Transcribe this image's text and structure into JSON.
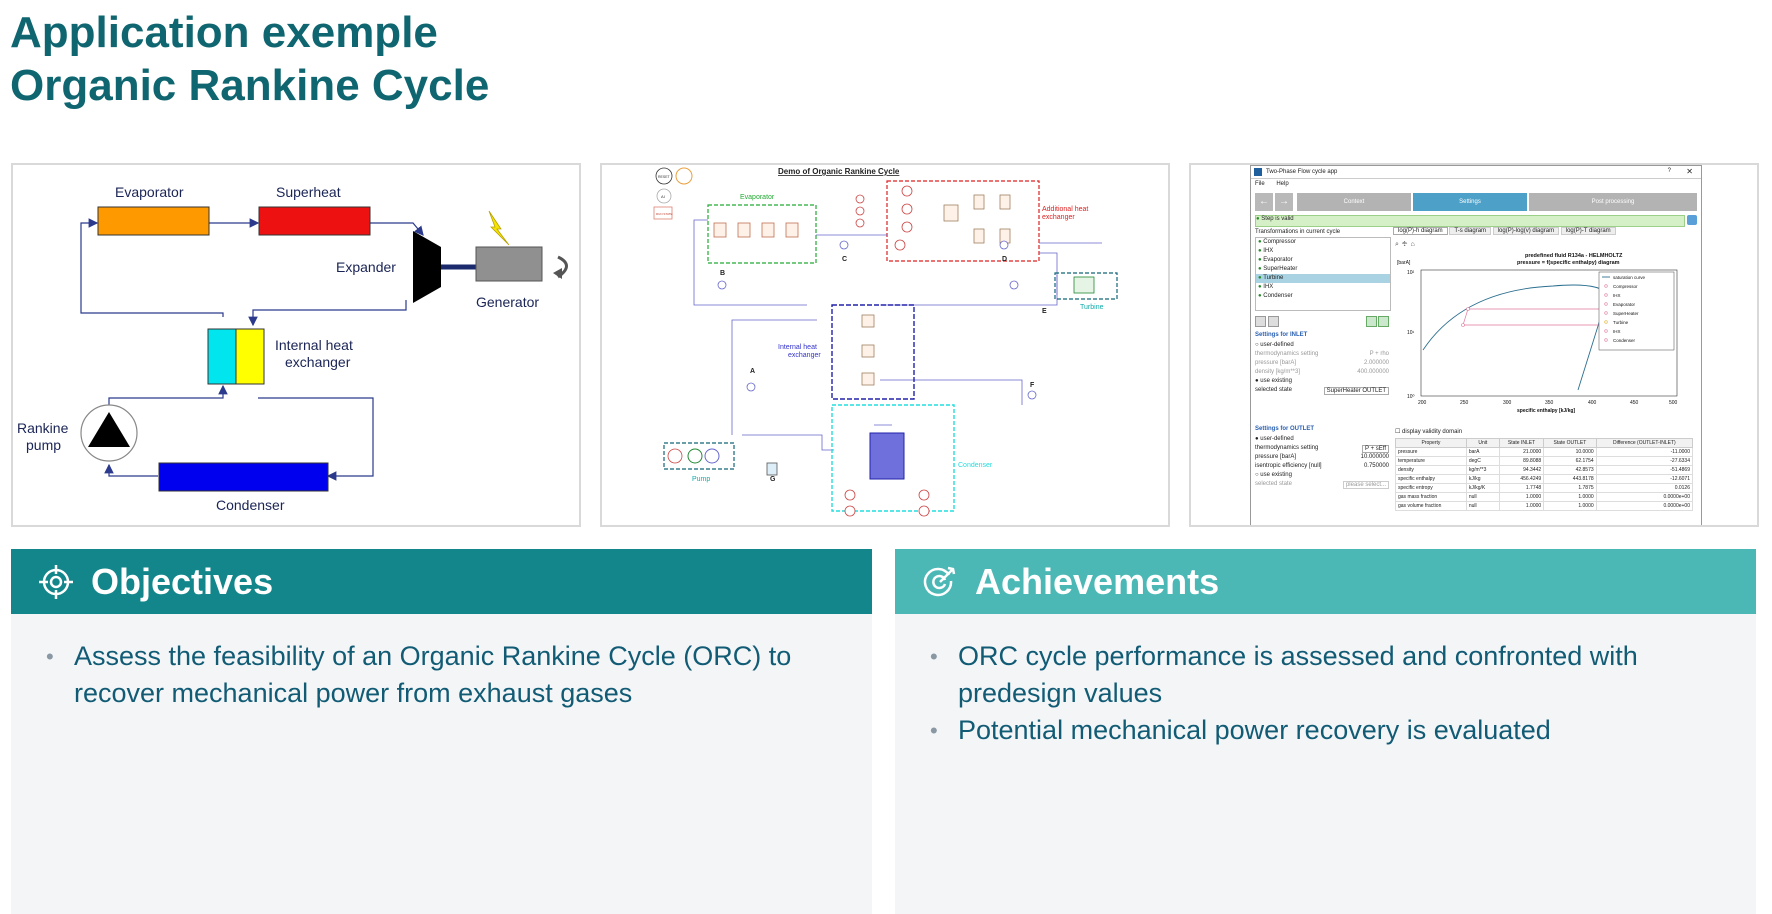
{
  "title": {
    "line1": "Application exemple",
    "line2": "Organic Rankine Cycle"
  },
  "panel1": {
    "evaporator": "Evaporator",
    "superheat": "Superheat",
    "expander": "Expander",
    "generator": "Generator",
    "ihx_line1": "Internal heat",
    "ihx_line2": "exchanger",
    "pump_line1": "Rankine",
    "pump_line2": "pump",
    "condenser": "Condenser"
  },
  "panel2": {
    "title": "Demo of Organic Rankine Cycle",
    "evaporator": "Evaporator",
    "additional_hx_line1": "Additional heat",
    "additional_hx_line2": "exchanger",
    "internal_hx_line1": "Internal heat",
    "internal_hx_line2": "exchanger",
    "turbine": "Turbine",
    "pump": "Pump",
    "condenser": "Condenser",
    "points": [
      "A",
      "B",
      "C",
      "D",
      "E",
      "F",
      "G"
    ],
    "btn_reset": "RESET",
    "btn_ai": "AI",
    "btn_run": "RUN STATE"
  },
  "panel3": {
    "window_title": "Two-Phase Flow cycle app",
    "menu": [
      "File",
      "Help"
    ],
    "steps": [
      "Context",
      "Settings",
      "Post processing"
    ],
    "valid": "Step is valid",
    "transformations_title": "Transformations in current cycle",
    "transformations": [
      "Compressor",
      "IHX",
      "Evaporator",
      "SuperHeater",
      "Turbine",
      "IHX",
      "Condenser"
    ],
    "selected_transformation": 4,
    "settings_inlet": "Settings for INLET",
    "inlet_rows": [
      "user-defined",
      "thermodynamics setting",
      "pressure [barA]",
      "density [kg/m**3]",
      "use existing",
      "selected state"
    ],
    "inlet_values": [
      "P + rho",
      "2.000000",
      "400.000000",
      "SuperHeater OUTLET"
    ],
    "settings_outlet": "Settings for OUTLET",
    "outlet_rows": [
      "user-defined",
      "thermodynamics setting",
      "pressure [barA]",
      "isentropic efficiency [null]",
      "use existing",
      "selected state"
    ],
    "outlet_values": [
      "P + sEff",
      "10.000000",
      "0.750000",
      "please select..."
    ],
    "tabs": [
      "log(P)-h diagram",
      "T-s diagram",
      "log(P)-log(v) diagram",
      "log(P)-T diagram"
    ],
    "plot_title_line1": "predefined fluid R134a - HELMHOLTZ",
    "plot_title_line2": "pressure = f(specific enthalpy) diagram",
    "plot_ylabel": "[barA]",
    "plot_xlabel": "specific enthalpy [kJ/kg]",
    "plot_xticks": [
      "200",
      "250",
      "300",
      "350",
      "400",
      "450",
      "500"
    ],
    "plot_yticks": [
      "10²",
      "10¹",
      "10⁰"
    ],
    "legend": [
      "saturation curve",
      "Compressor",
      "IHX",
      "Evaporator",
      "SuperHeater",
      "Turbine",
      "IHX",
      "Condenser"
    ],
    "display_validity": "display validity domain",
    "table_headers": [
      "Property",
      "Unit",
      "State INLET",
      "State OUTLET",
      "Difference (OUTLET-INLET)"
    ],
    "table_rows": [
      [
        "pressure",
        "barA",
        "21.0000",
        "10.0000",
        "-11.0000"
      ],
      [
        "temperature",
        "degC",
        "89.8088",
        "62.1754",
        "-27.6334"
      ],
      [
        "density",
        "kg/m**3",
        "94.3442",
        "42.8573",
        "-51.4869"
      ],
      [
        "specific enthalpy",
        "kJ/kg",
        "456.4249",
        "443.8178",
        "-12.6071"
      ],
      [
        "specific entropy",
        "kJ/kg/K",
        "1.7748",
        "1.7875",
        "0.0126"
      ],
      [
        "gas mass fraction",
        "null",
        "1.0000",
        "1.0000",
        "0.0000e+00"
      ],
      [
        "gas volume fraction",
        "null",
        "1.0000",
        "1.0000",
        "0.0000e+00"
      ]
    ]
  },
  "objectives": {
    "title": "Objectives",
    "items": [
      "Assess the feasibility of an Organic Rankine Cycle (ORC) to recover mechanical power from exhaust gases"
    ]
  },
  "achievements": {
    "title": "Achievements",
    "items": [
      "ORC cycle performance is assessed and confronted with predesign values",
      "Potential mechanical power recovery is evaluated"
    ]
  },
  "colors": {
    "title": "#0f6670",
    "objectives_header": "#12868a",
    "achievements_header": "#4cb8b6",
    "body_bg": "#f3f5f7",
    "bullet_text": "#125b75"
  }
}
